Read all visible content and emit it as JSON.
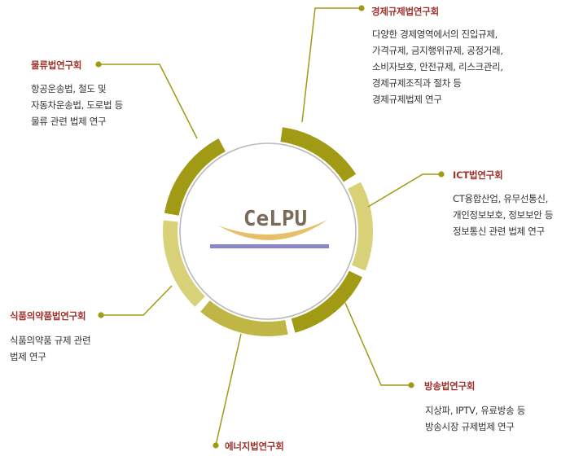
{
  "logo": {
    "text": "CeLPU",
    "swoosh_color": "#e6bf68",
    "bar_color": "#8a86c8",
    "text_color": "#7a6a58"
  },
  "colors": {
    "title": "#a0322c",
    "connector": "#a09a14",
    "segment_dark": "#a09a14",
    "segment_mid": "#c0b646",
    "segment_light": "#d8d178",
    "inner_circle": "#b8b8b8"
  },
  "groups": {
    "economic": {
      "title": "경제규제법연구회",
      "lines": [
        "다양한 경제영역에서의 진입규제,",
        "가격규제, 금지행위규제, 공정거래,",
        "소비자보호, 안전규제, 리스크관리,",
        "경제규제조직과 절차 등",
        "경제규제법제 연구"
      ]
    },
    "logistics": {
      "title": "물류법연구회",
      "lines": [
        "항공운송법, 철도 및",
        "자동차운송법, 도로법 등",
        "물류 관련 법제 연구"
      ]
    },
    "ict": {
      "title": "ICT법연구회",
      "lines": [
        "CT융합산업, 유무선통신,",
        "개인정보보호, 정보보안 등",
        "정보통신 관련 법제 연구"
      ]
    },
    "food_drug": {
      "title": "식품의약품법연구회",
      "lines": [
        "식품의약품 규제 관련",
        "법제 연구"
      ]
    },
    "broadcast": {
      "title": "방송법연구회",
      "lines": [
        "지상파, IPTV, 유료방송 등",
        "방송시장 규제법제 연구"
      ]
    },
    "energy": {
      "title": "에너지법연구회",
      "lines": []
    }
  }
}
